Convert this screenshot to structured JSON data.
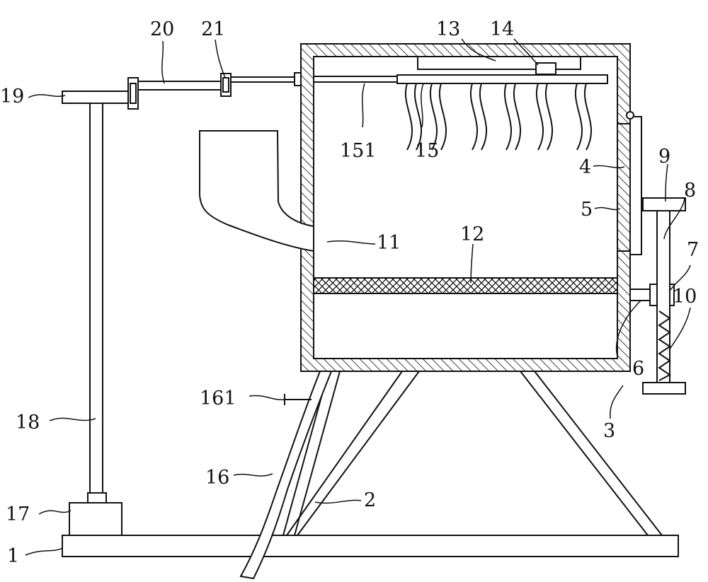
{
  "diagram": {
    "labels": [
      {
        "id": "1",
        "text": "1"
      },
      {
        "id": "2",
        "text": "2"
      },
      {
        "id": "3",
        "text": "3"
      },
      {
        "id": "4",
        "text": "4"
      },
      {
        "id": "5",
        "text": "5"
      },
      {
        "id": "6",
        "text": "6"
      },
      {
        "id": "7",
        "text": "7"
      },
      {
        "id": "8",
        "text": "8"
      },
      {
        "id": "9",
        "text": "9"
      },
      {
        "id": "10",
        "text": "10"
      },
      {
        "id": "11",
        "text": "11"
      },
      {
        "id": "12",
        "text": "12"
      },
      {
        "id": "13",
        "text": "13"
      },
      {
        "id": "14",
        "text": "14"
      },
      {
        "id": "15",
        "text": "15"
      },
      {
        "id": "151",
        "text": "151"
      },
      {
        "id": "16",
        "text": "16"
      },
      {
        "id": "161",
        "text": "161"
      },
      {
        "id": "17",
        "text": "17"
      },
      {
        "id": "18",
        "text": "18"
      },
      {
        "id": "19",
        "text": "19"
      },
      {
        "id": "20",
        "text": "20"
      },
      {
        "id": "21",
        "text": "21"
      }
    ]
  }
}
